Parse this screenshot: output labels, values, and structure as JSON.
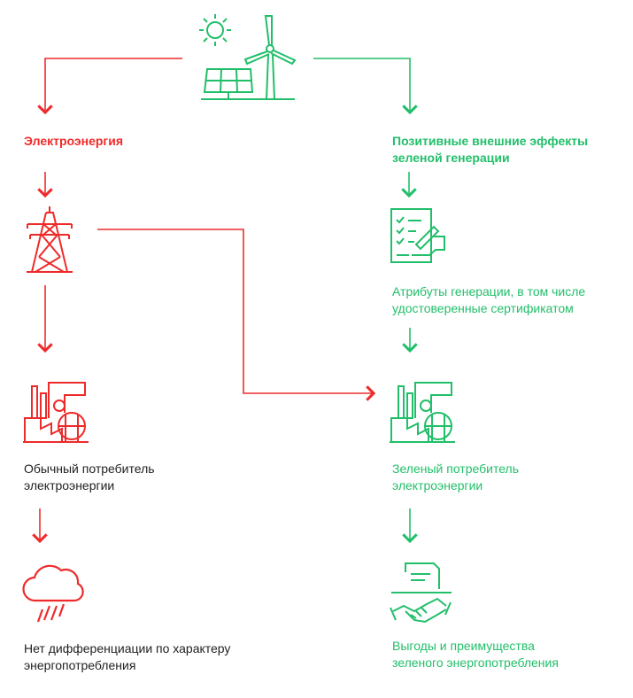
{
  "colors": {
    "red": "#ee2b2b",
    "green": "#22bf6a",
    "text": "#222222"
  },
  "left": {
    "electricity": "Электроэнергия",
    "consumer_line1": "Обычный потребитель",
    "consumer_line2": "электроэнергии",
    "result_line1": "Нет дифференциации по характеру",
    "result_line2": "энергопотребления"
  },
  "right": {
    "effects_line1": "Позитивные внешние эффекты",
    "effects_line2": "зеленой генерации",
    "attributes_line1": "Атрибуты генерации, в том числе",
    "attributes_line2": "удостоверенные сертификатом",
    "consumer_line1": "Зеленый потребитель",
    "consumer_line2": "электроэнергии",
    "benefits_line1": "Выгоды и преимущества",
    "benefits_line2": "зеленого энергопотребления"
  },
  "icons": [
    "sun-icon",
    "solar-panel-icon",
    "wind-turbine-icon",
    "power-tower-icon",
    "factory-icon",
    "rain-cloud-icon",
    "certificate-icon",
    "handshake-icon"
  ]
}
